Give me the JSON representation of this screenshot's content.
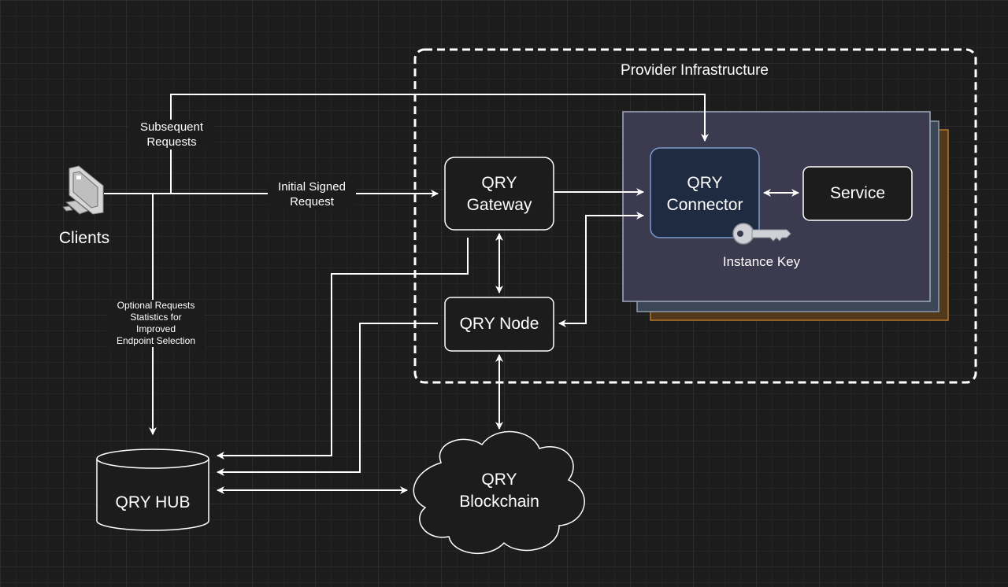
{
  "diagram": {
    "region_title": "Provider Infrastructure",
    "clients_label": "Clients",
    "gateway_label": "QRY\nGateway",
    "connector_label": "QRY\nConnector",
    "service_label": "Service",
    "instance_key_label": "Instance Key",
    "node_label": "QRY Node",
    "hub_label": "QRY HUB",
    "blockchain_label": "QRY\nBlockchain",
    "edge_subsequent": "Subsequent\nRequests",
    "edge_initial": "Initial Signed\nRequest",
    "edge_optional": "Optional Requests\nStatistics for\nImproved\nEndpoint Selection"
  },
  "icons": {
    "clients": "computer-icon",
    "key": "key-icon"
  },
  "colors": {
    "background": "#1c1c1c",
    "stack_front": "#3c3a4f",
    "stack_mid": "#3b4656",
    "stack_back": "#52391b",
    "connector_fill": "#1e2b40",
    "node_fill": "#1c1c1c",
    "stroke": "#ffffff"
  }
}
